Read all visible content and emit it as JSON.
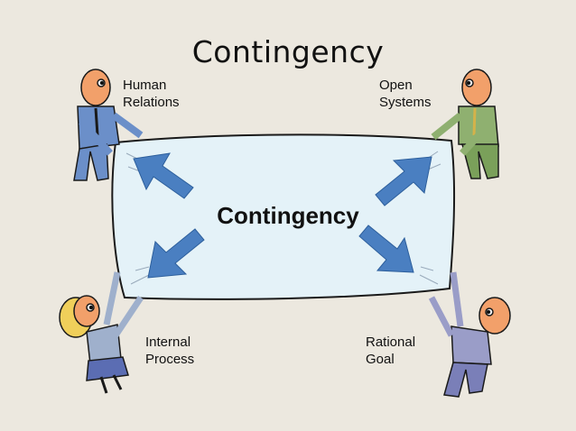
{
  "title": "Contingency",
  "center_label": "Contingency",
  "corners": {
    "top_left": "Human\nRelations",
    "top_right": "Open\nSystems",
    "bottom_left": "Internal\nProcess",
    "bottom_right": "Rational\nGoal"
  },
  "colors": {
    "background": "#ece8df",
    "sheet": "#e4f2f8",
    "arrow": "#4a7fc1"
  }
}
